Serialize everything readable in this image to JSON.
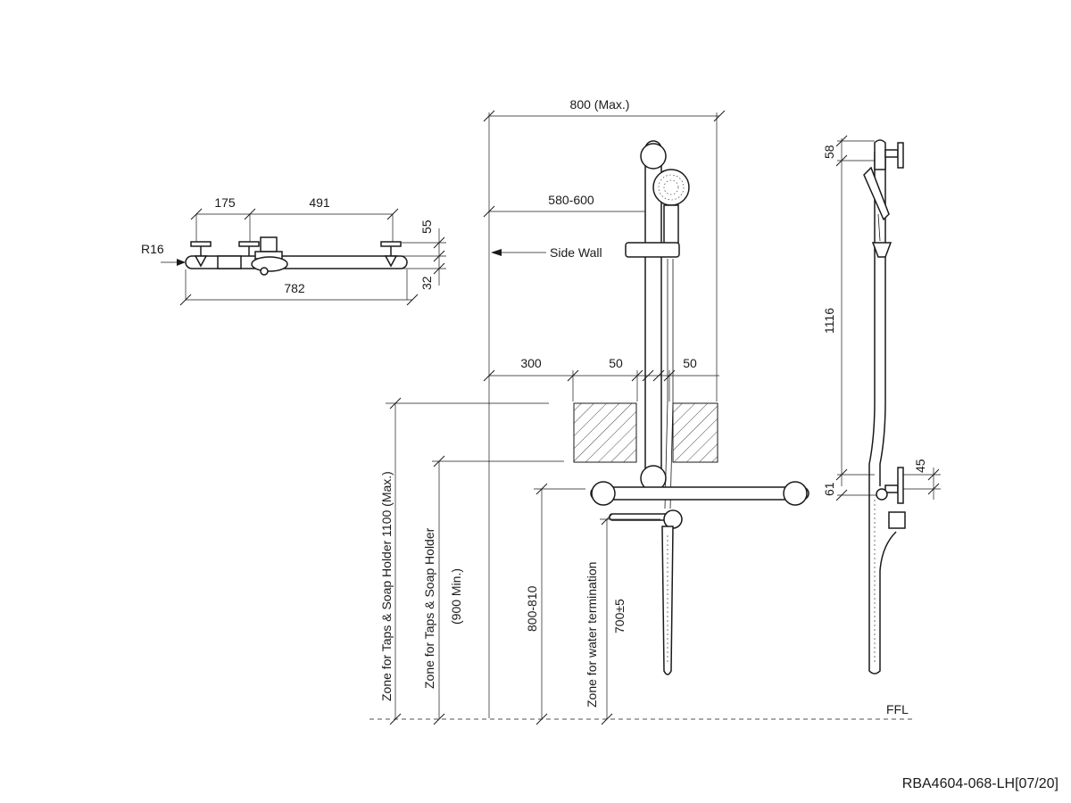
{
  "plan_view": {
    "dim_left_span": "175",
    "dim_right_span": "491",
    "dim_overall": "782",
    "dim_height_upper": "55",
    "dim_height_lower": "32",
    "radius_label": "R16"
  },
  "front_view": {
    "dim_max_width": "800 (Max.)",
    "dim_rail_offset": "580-600",
    "side_wall_label": "Side Wall",
    "dim_zone_offset": "300",
    "dim_zone_left": "50",
    "dim_zone_right": "50",
    "zone_taps_max_label": "Zone for Taps & Soap Holder 1100 (Max.)",
    "zone_taps_min_label": "Zone for Taps & Soap Holder",
    "zone_taps_min_value": "(900 Min.)",
    "dim_grab_height": "800-810",
    "zone_water_label": "Zone for water termination",
    "dim_water_height": "700±5",
    "ffl_label": "FFL"
  },
  "side_view": {
    "dim_top": "58",
    "dim_rail_length": "1116",
    "dim_lower_left": "61",
    "dim_lower_right": "45"
  },
  "drawing_code": "RBA4604-068-LH[07/20]"
}
